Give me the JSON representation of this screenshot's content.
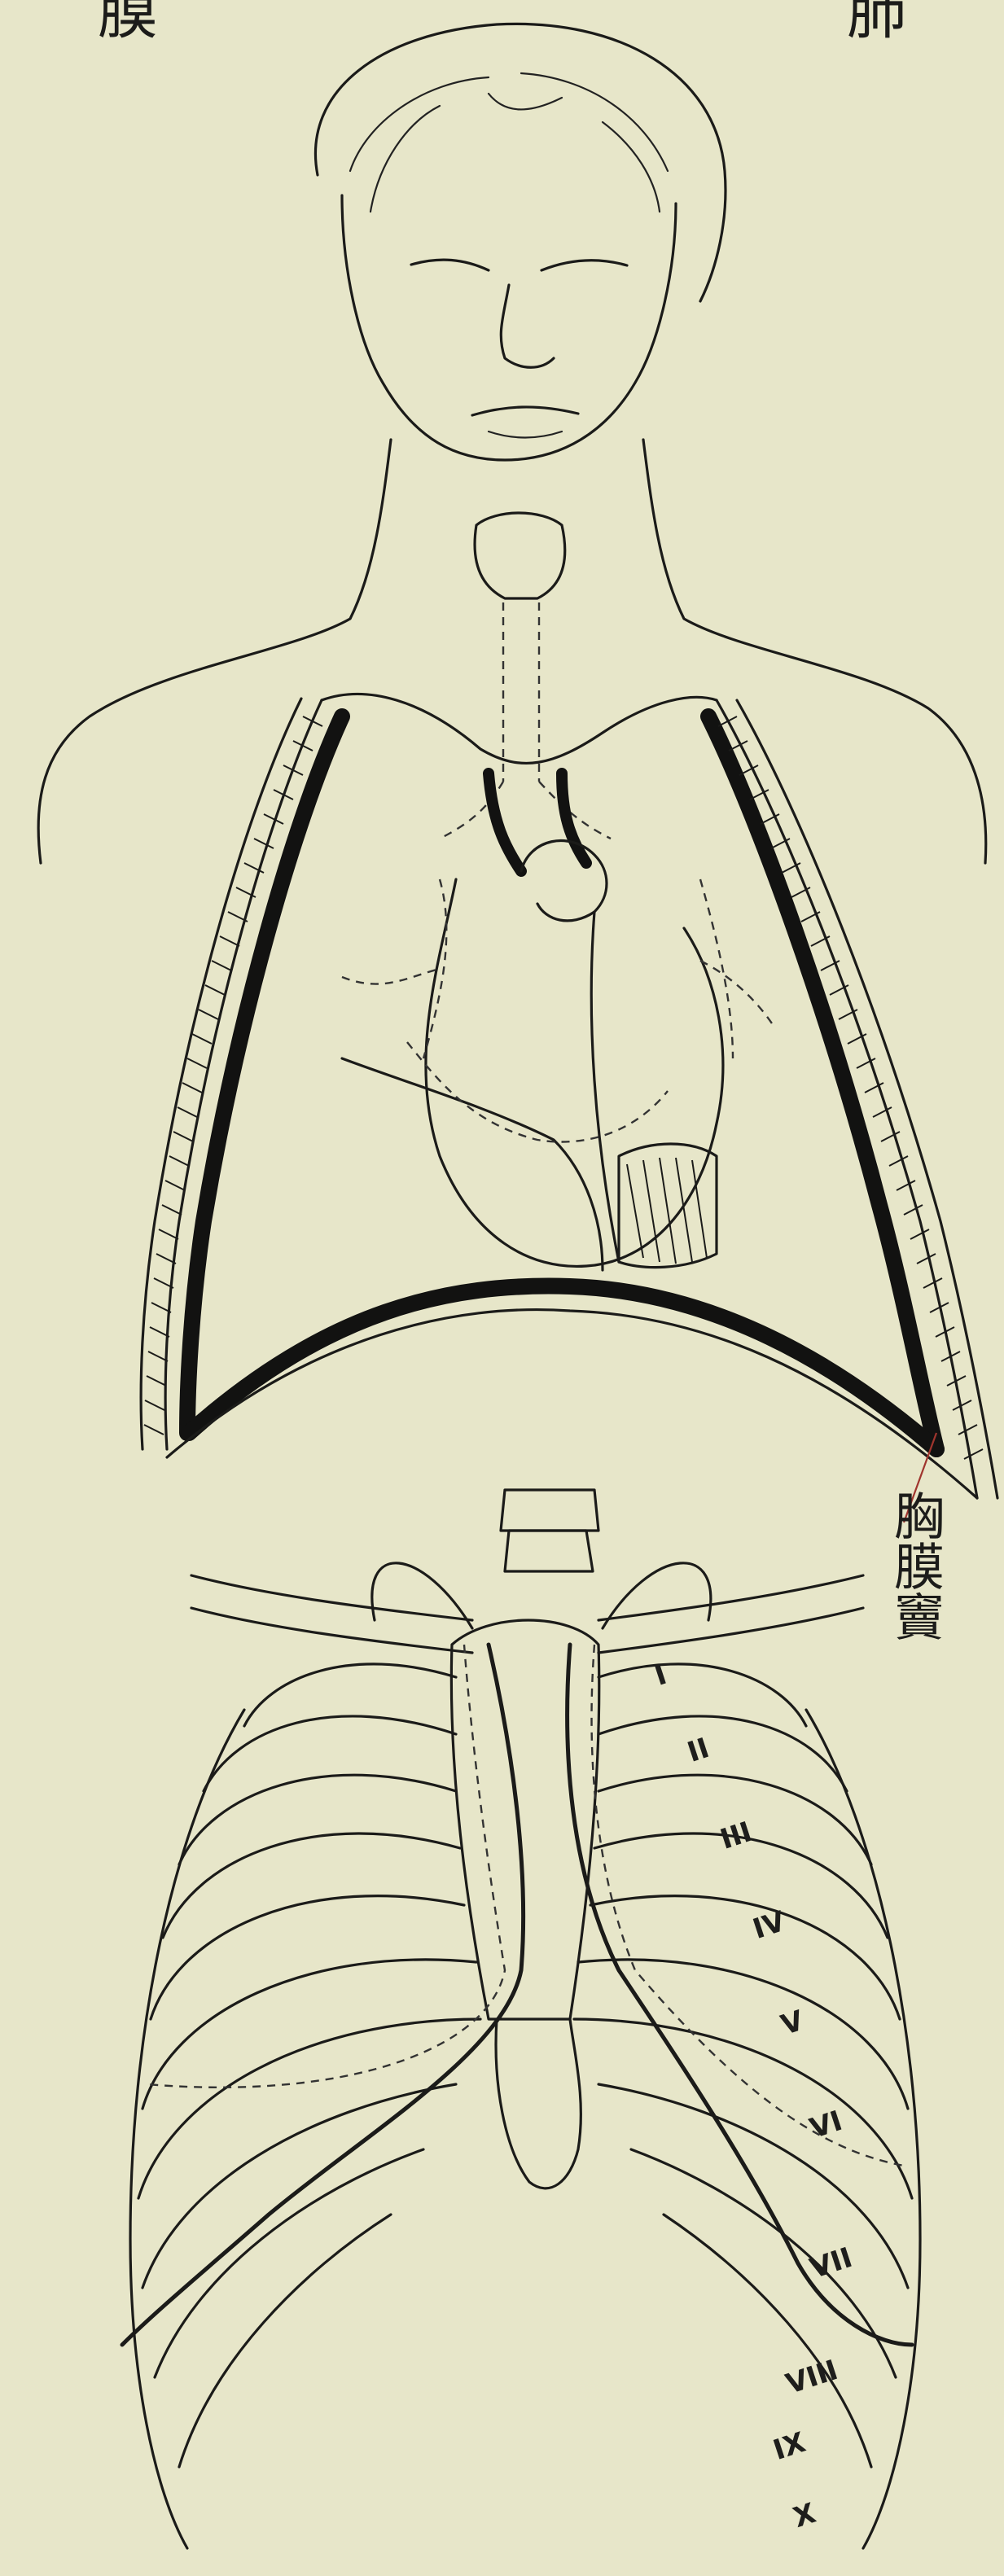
{
  "header": {
    "left_char": "膜",
    "right_char": "肺"
  },
  "label": {
    "pleura_text": "胸膜竇"
  },
  "rib_numerals": [
    "I",
    "II",
    "III",
    "IV",
    "V",
    "VI",
    "VII",
    "VIII",
    "IX",
    "X"
  ],
  "colors": {
    "paper": "#e7e6c9",
    "ink": "#1b1b19",
    "leader": "#a0352e"
  }
}
